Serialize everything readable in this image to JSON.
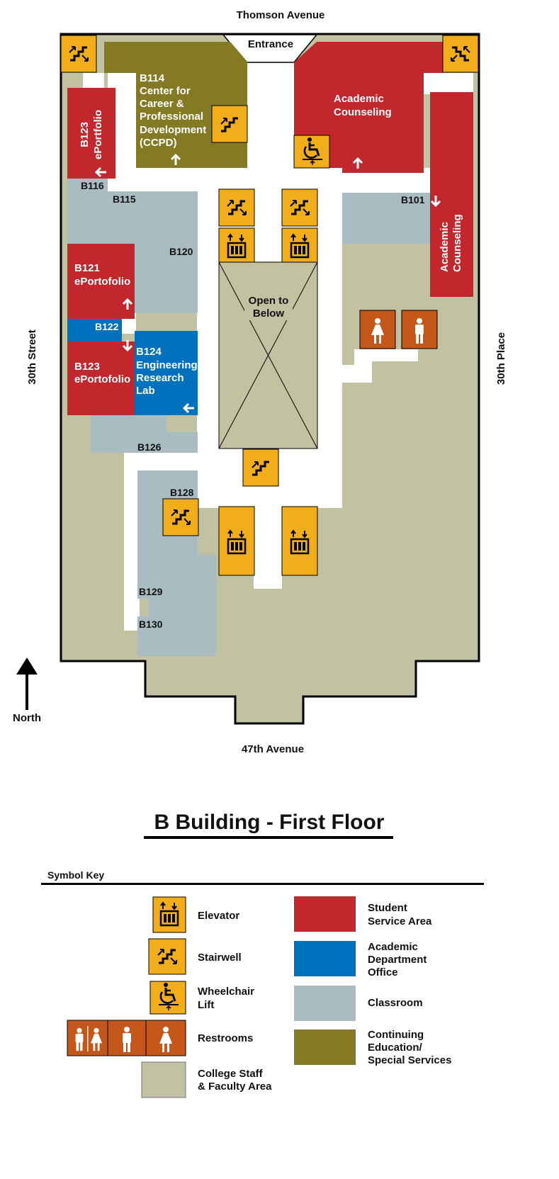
{
  "map": {
    "streets": {
      "north": "Thomson Avenue",
      "south": "47th Avenue",
      "west": "30th Street",
      "east": "30th Place"
    },
    "entrance": "Entrance",
    "north_arrow": "North",
    "rooms": {
      "b114": [
        "B114",
        "Center for",
        "Career &",
        "Professional",
        "Development",
        "(CCPD)"
      ],
      "academic_counseling_top": [
        "Academic",
        "Counseling"
      ],
      "b123_top": [
        "B123",
        "ePortfolio"
      ],
      "b116": "B116",
      "b115": "B115",
      "b120": "B120",
      "b121": [
        "B121",
        "ePortofolio"
      ],
      "b122": "B122",
      "b123_bottom": [
        "B123",
        "ePortofolio"
      ],
      "b124": [
        "B124",
        "Engineering",
        "Research",
        "Lab"
      ],
      "b126": "B126",
      "b128": "B128",
      "b129": "B129",
      "b130": "B130",
      "b101": "B101",
      "academic_counseling_east": [
        "Academic",
        "Counseling"
      ],
      "open_to_below": [
        "Open to",
        "Below"
      ]
    }
  },
  "title": "B Building - First Floor",
  "symbol_key": {
    "heading": "Symbol Key",
    "items": {
      "elevator": "Elevator",
      "stairwell": "Stairwell",
      "wheelchair": [
        "Wheelchair",
        "Lift"
      ],
      "restrooms": "Restrooms",
      "staff": [
        "College Staff",
        "& Faculty Area"
      ],
      "student": [
        "Student",
        "Service Area"
      ],
      "department": [
        "Academic",
        "Department",
        "Office"
      ],
      "classroom": "Classroom",
      "continuing": [
        "Continuing",
        "Education/",
        "Special Services"
      ]
    }
  },
  "colors": {
    "student_service": "#c1272d",
    "department": "#0071bc",
    "classroom": "#a9bcc1",
    "continuing": "#847a23",
    "staff": "#c2c1a2",
    "yellow": "#f2ae1a",
    "restroom": "#c5561a",
    "outline": "#000000"
  },
  "icons": [
    "elevator-icon",
    "stairwell-icon",
    "wheelchair-lift-icon",
    "restroom-icon",
    "north-arrow-icon",
    "direction-arrow-icon"
  ]
}
